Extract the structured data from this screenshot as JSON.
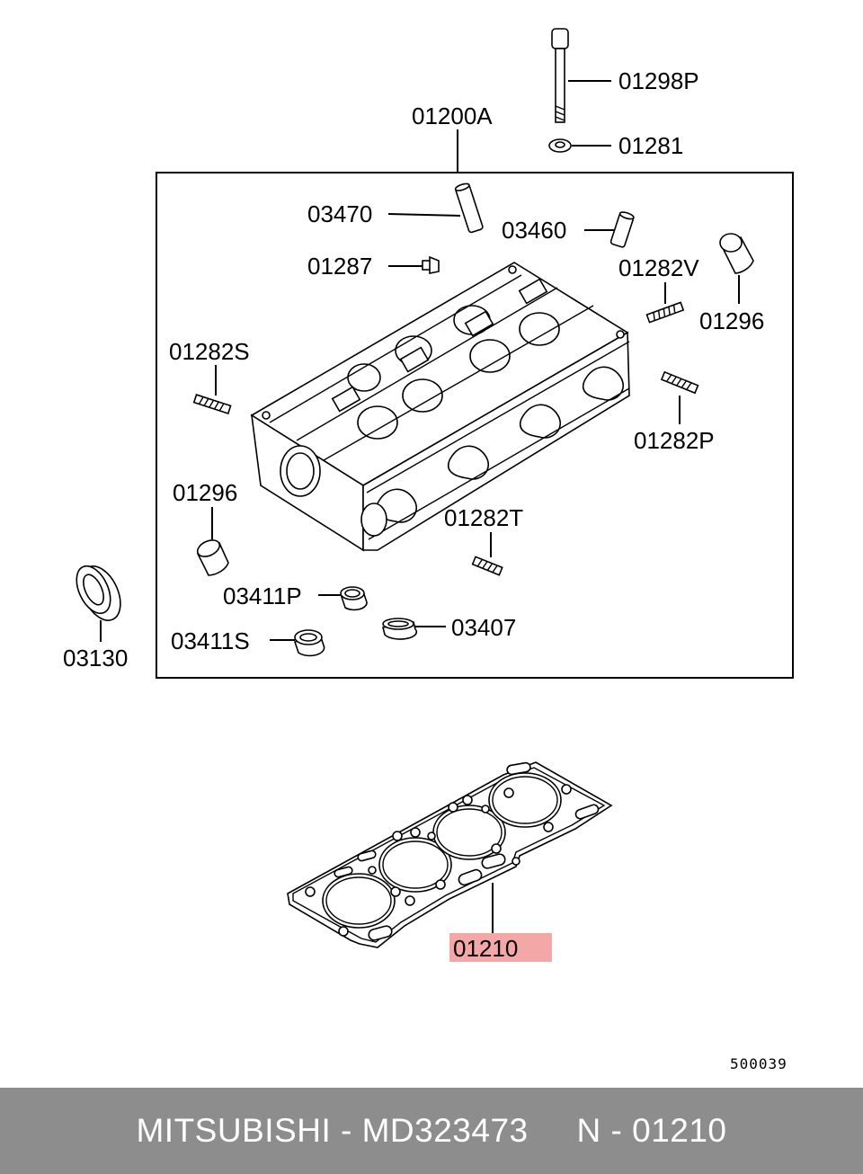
{
  "parts": {
    "p01298P": "01298P",
    "p01281": "01281",
    "p01200A": "01200A",
    "p03470": "03470",
    "p03460": "03460",
    "p01287": "01287",
    "p01282V": "01282V",
    "p01296_top": "01296",
    "p01282S": "01282S",
    "p01282P": "01282P",
    "p01296_bottom": "01296",
    "p01282T": "01282T",
    "p03411P": "03411P",
    "p03130": "03130",
    "p03407": "03407",
    "p03411S": "03411S",
    "p01210": "01210"
  },
  "diagram_code": "500039",
  "highlight_color": "#f4a7a7",
  "footer": {
    "text": "MITSUBISHI - MD323473     N - 01210",
    "background": "#8d8d8d"
  }
}
